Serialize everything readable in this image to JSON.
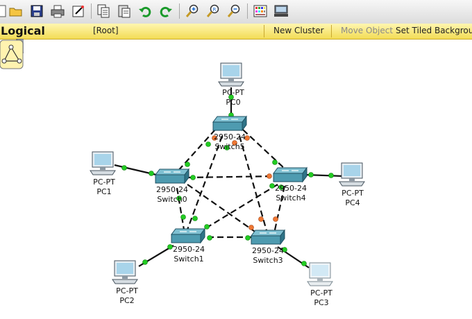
{
  "workspace": {
    "mode_label": "Logical",
    "root_label": "[Root]",
    "new_cluster_label": "New Cluster",
    "move_object_label": "Move Object",
    "tiled_background_label": "Set Tiled Backgrou"
  },
  "toolbar_icons": [
    "open-folder-icon",
    "save-icon",
    "print-icon",
    "activity-wizard-icon",
    "copy-icon",
    "paste-icon",
    "undo-icon",
    "redo-icon",
    "zoom-in-icon",
    "zoom-reset-icon",
    "zoom-out-icon",
    "palette-icon",
    "custom-device-icon"
  ],
  "colors": {
    "yellow_bar": "#f3dc55",
    "link_up": "#22cc22",
    "link_blocked": "#ee7733",
    "switch_body": "#4e9bb0",
    "pc_screen": "#a8d4ea"
  },
  "devices": {
    "pc0": {
      "model": "PC-PT",
      "name": "PC0"
    },
    "pc1": {
      "model": "PC-PT",
      "name": "PC1"
    },
    "pc2": {
      "model": "PC-PT",
      "name": "PC2"
    },
    "pc3": {
      "model": "PC-PT",
      "name": "PC3"
    },
    "pc4": {
      "model": "PC-PT",
      "name": "PC4"
    },
    "switch0": {
      "model": "2950-24",
      "name": "Switch0"
    },
    "switch1": {
      "model": "2950-24",
      "name": "Switch1"
    },
    "switch3": {
      "model": "2950-24",
      "name": "Switch3"
    },
    "switch4": {
      "model": "2950-24",
      "name": "Switch4"
    },
    "switch5": {
      "model": "2950-24",
      "name": "Switch5"
    }
  }
}
